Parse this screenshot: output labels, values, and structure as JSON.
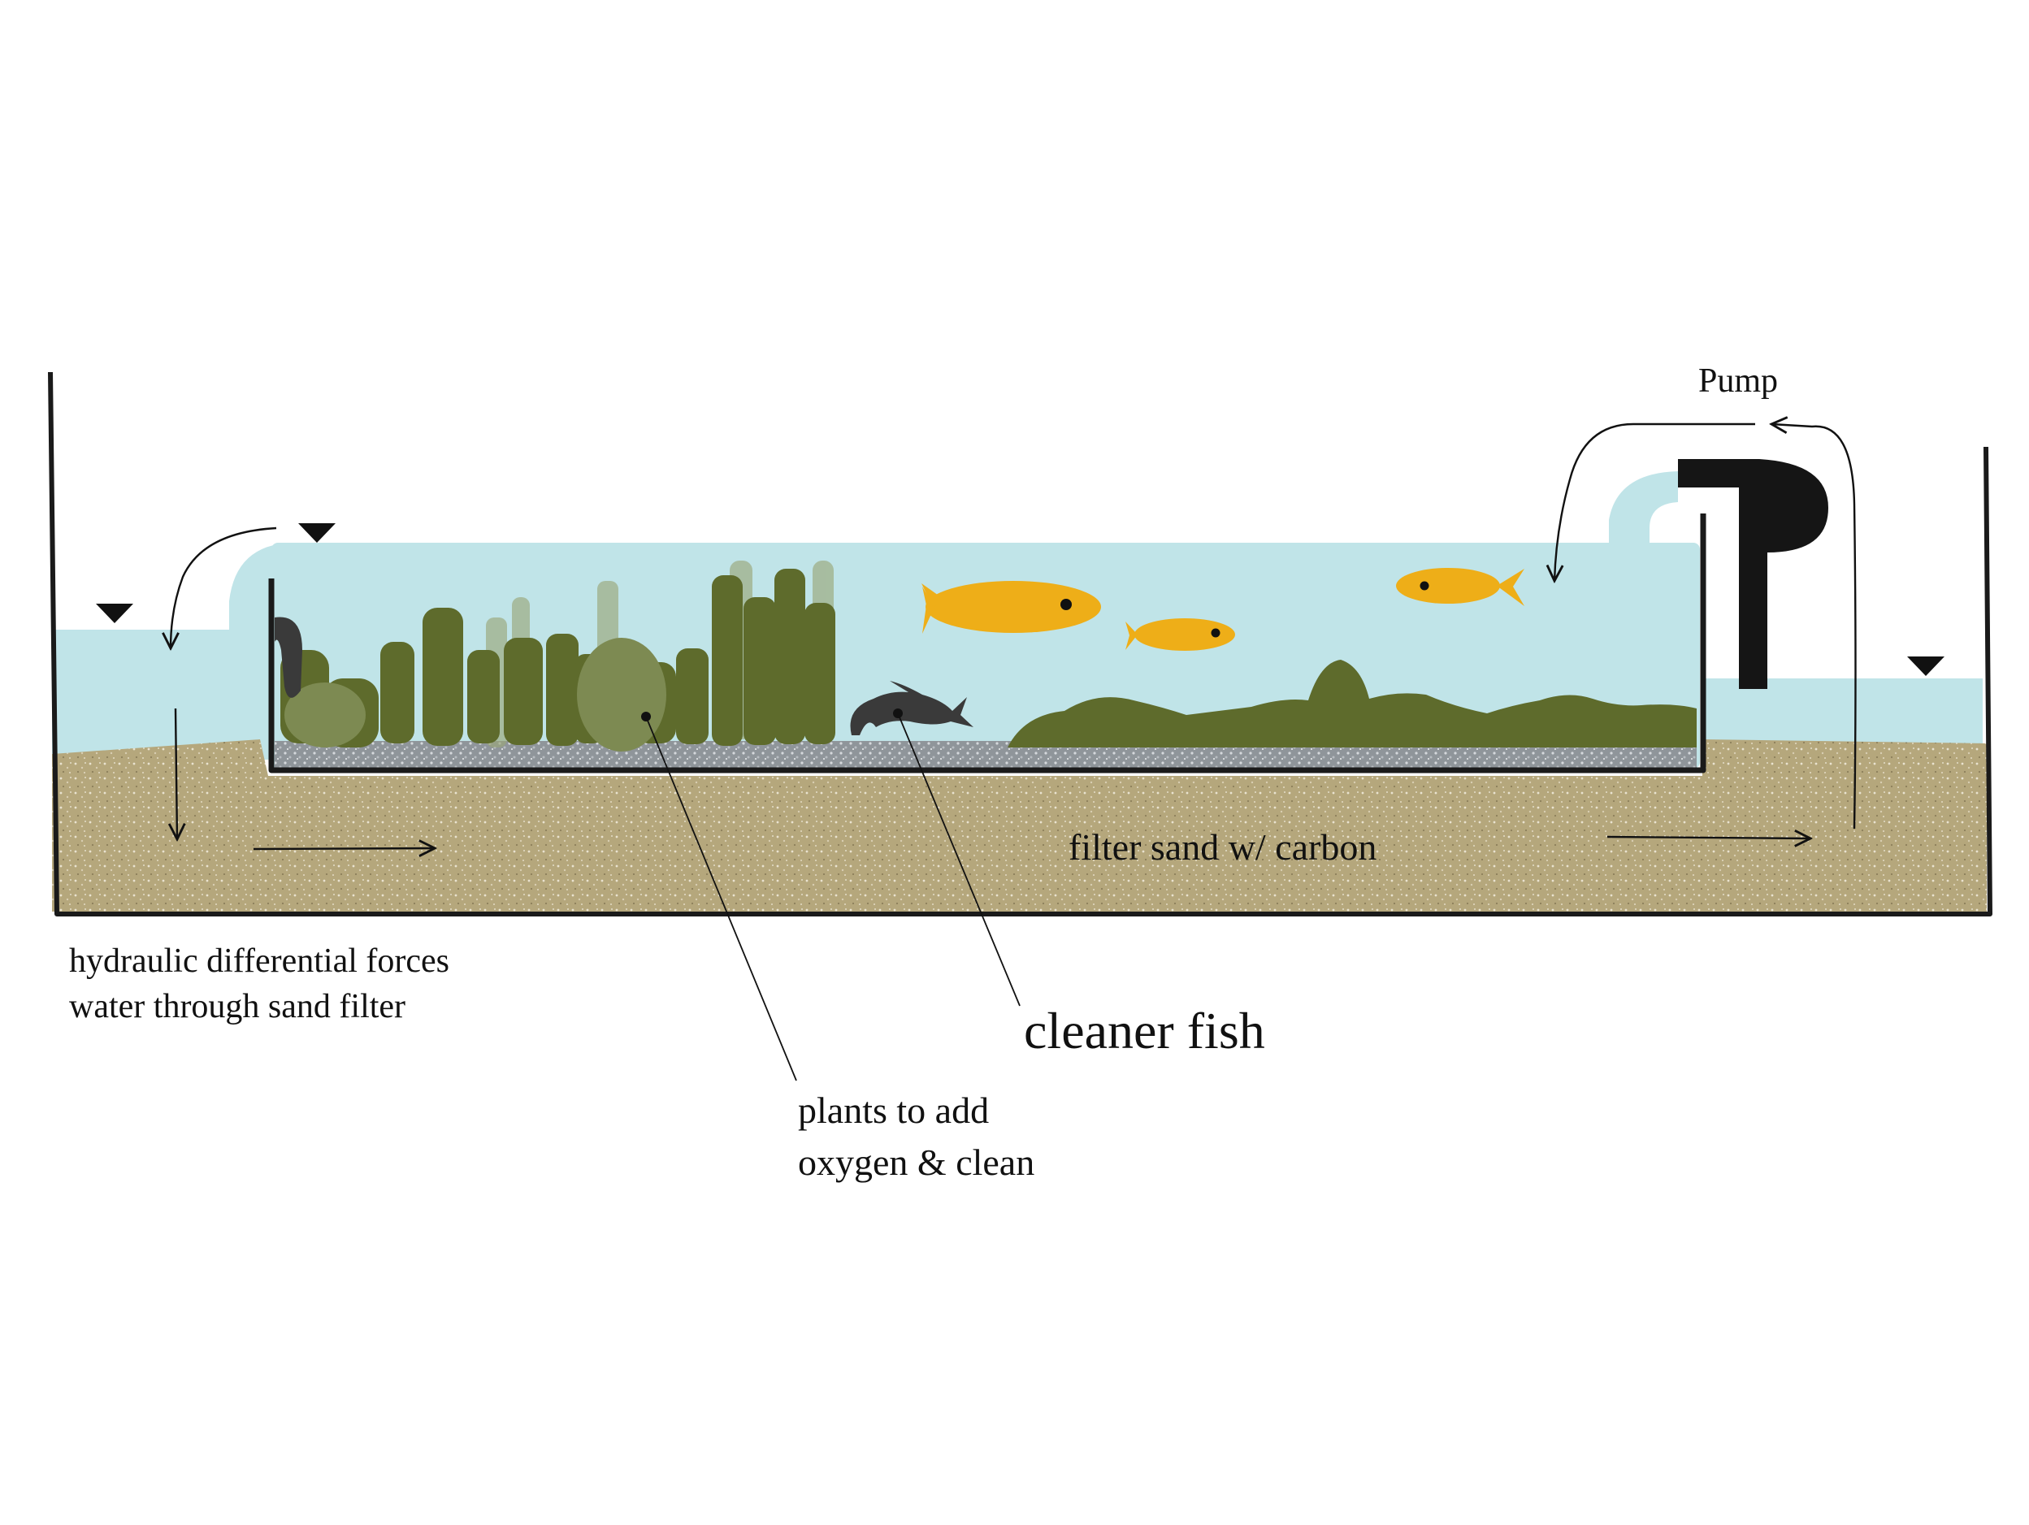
{
  "labels": {
    "pump": "Pump",
    "filter_sand": "filter sand w/ carbon",
    "hydraulic_line1": "hydraulic differential forces",
    "hydraulic_line2": "water through sand filter",
    "cleaner_fish": "cleaner fish",
    "plants_line1": "plants to add",
    "plants_line2": "oxygen & clean"
  },
  "colors": {
    "water": "#c0e4e8",
    "sand": "#b5a77c",
    "plant_dark": "#5e6b2c",
    "plant_light": "#7d8a52",
    "fish_yellow": "#eeae18",
    "cleaner_fish": "#3a3a3a",
    "pump": "#151515",
    "outline": "#1a1a1a",
    "gravel": "#9a9fa4"
  },
  "icons": {
    "water_level": "inverted-triangle-icon",
    "flow": "arrow-icon",
    "pump": "pump-icon",
    "fish": "fish-icon"
  }
}
